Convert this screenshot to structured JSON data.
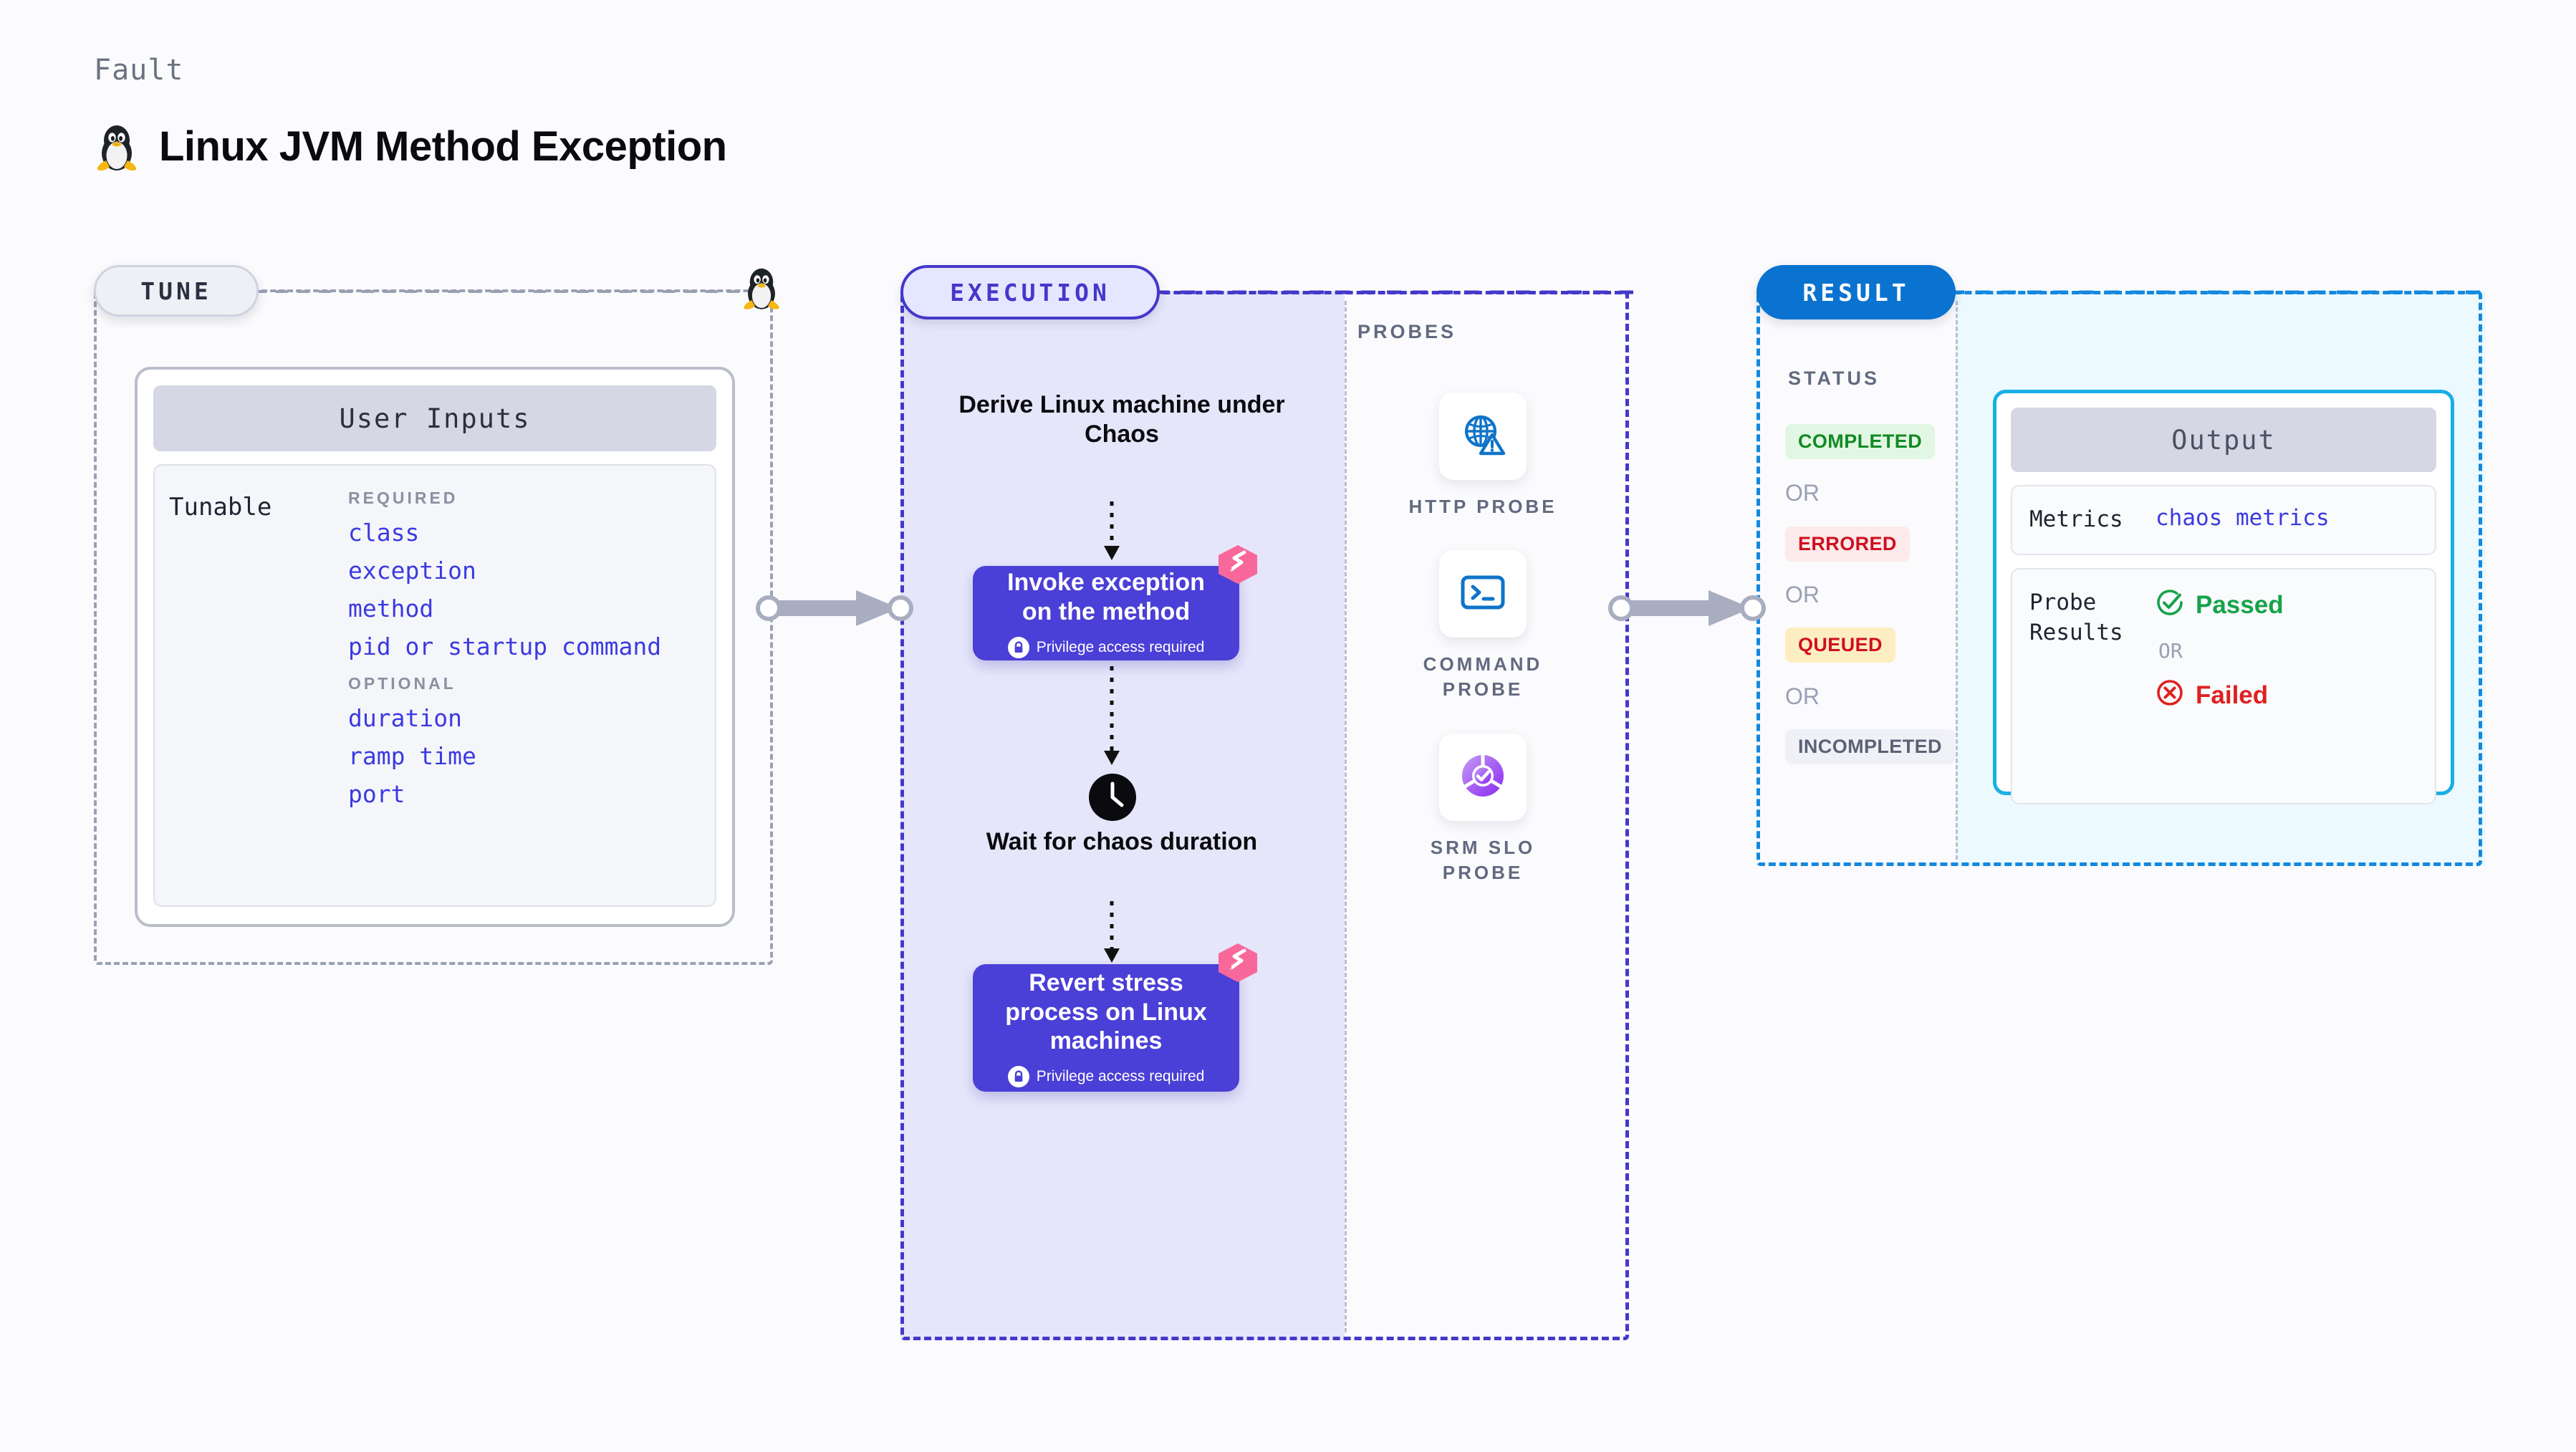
{
  "header": {
    "eyebrow": "Fault",
    "title": "Linux JVM Method Exception",
    "icon": "linux-tux-icon"
  },
  "tune": {
    "pill_label": "TUNE",
    "card_title": "User Inputs",
    "tunable_label": "Tunable",
    "groups": [
      {
        "title": "REQUIRED",
        "fields": [
          "class",
          "exception",
          "method",
          "pid or startup command"
        ]
      },
      {
        "title": "OPTIONAL",
        "fields": [
          "duration",
          "ramp time",
          "port"
        ]
      }
    ]
  },
  "execution": {
    "pill_label": "EXECUTION",
    "steps": [
      {
        "kind": "text",
        "label": "Derive Linux machine under Chaos"
      },
      {
        "kind": "card",
        "label": "Invoke exception on the method",
        "note": "Privilege access required",
        "badge": "litmus-mark-icon"
      },
      {
        "kind": "text",
        "label": "Wait for chaos duration",
        "icon": "clock-icon"
      },
      {
        "kind": "card",
        "label": "Revert stress process on Linux machines",
        "note": "Privilege access required",
        "badge": "litmus-mark-icon"
      }
    ]
  },
  "probes": {
    "label": "PROBES",
    "items": [
      {
        "name": "HTTP PROBE",
        "icon": "globe-warning-icon"
      },
      {
        "name": "COMMAND PROBE",
        "icon": "terminal-icon"
      },
      {
        "name": "SRM SLO PROBE",
        "icon": "srm-slo-donut-icon"
      }
    ]
  },
  "result": {
    "pill_label": "RESULT",
    "status_label": "STATUS",
    "or_label": "OR",
    "statuses": [
      {
        "label": "COMPLETED",
        "text_color": "#128a24",
        "bg_color": "#e2f7e3"
      },
      {
        "label": "ERRORED",
        "text_color": "#cf1020",
        "bg_color": "#fdeaea"
      },
      {
        "label": "QUEUED",
        "text_color": "#cf1020",
        "bg_color": "#fdeec2"
      },
      {
        "label": "INCOMPLETED",
        "text_color": "#5b6275",
        "bg_color": "#f0f1f6"
      }
    ]
  },
  "output": {
    "card_title": "Output",
    "metrics_key": "Metrics",
    "metrics_value": "chaos metrics",
    "probe_results_key": "Probe Results",
    "passed_label": "Passed",
    "or_label": "OR",
    "failed_label": "Failed"
  },
  "colors": {
    "accent_purple": "#4a3fd6",
    "accent_blue": "#0a72cf",
    "output_border": "#19aee5",
    "probe_blue": "#0f74c8",
    "litmus_pink": "#f8689a"
  }
}
